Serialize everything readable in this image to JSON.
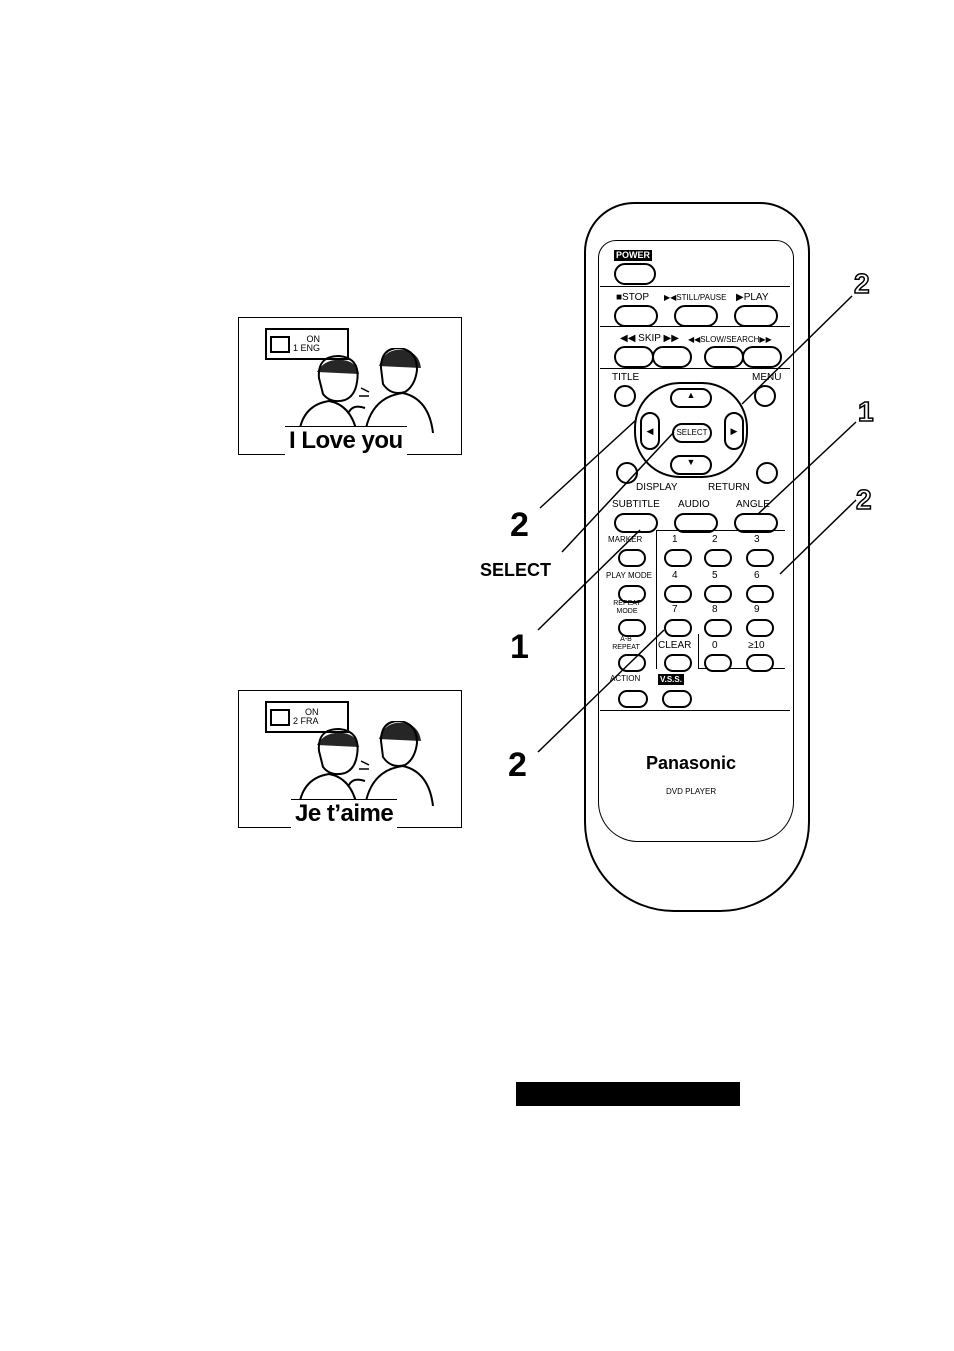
{
  "panels": [
    {
      "osd_on": "ON",
      "osd_track": "1 ENG",
      "subtitle": "I Love you"
    },
    {
      "osd_on": "ON",
      "osd_track": "2 FRA",
      "subtitle": "Je t’aime"
    }
  ],
  "remote": {
    "power": "POWER",
    "stop": "■STOP",
    "still_pause": "▶◀STILL/PAUSE",
    "play": "▶PLAY",
    "skip": "◀◀ SKIP ▶▶",
    "slow_search": "◀◀SLOW/SEARCH▶▶",
    "title": "TITLE",
    "menu": "MENU",
    "select": "SELECT",
    "display": "DISPLAY",
    "return": "RETURN",
    "subtitle": "SUBTITLE",
    "audio": "AUDIO",
    "angle": "ANGLE",
    "marker": "MARKER",
    "play_mode": "PLAY MODE",
    "repeat_mode": "REPEAT MODE",
    "ab_repeat": "A-B REPEAT",
    "clear": "CLEAR",
    "action": "ACTION",
    "vss": "V.S.S.",
    "digits": [
      "1",
      "2",
      "3",
      "4",
      "5",
      "6",
      "7",
      "8",
      "9",
      "0",
      "≥10"
    ],
    "brand": "Panasonic",
    "model": "DVD PLAYER"
  },
  "callouts": {
    "select_label": "SELECT",
    "n1": "1",
    "n2": "2"
  }
}
